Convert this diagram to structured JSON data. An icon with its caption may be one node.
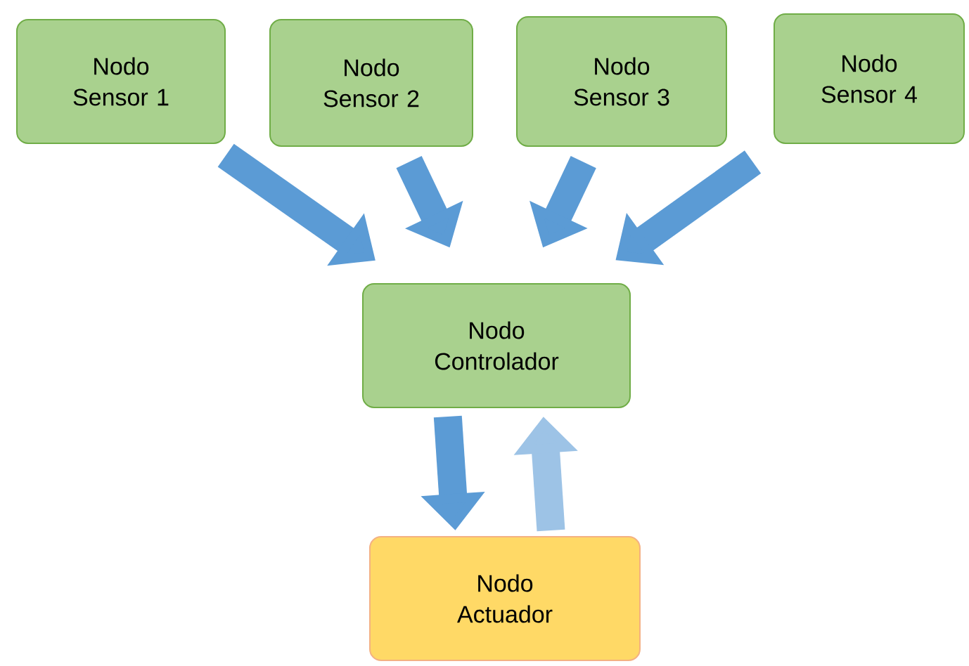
{
  "diagram": {
    "nodes": [
      {
        "text": [
          "Nodo Sensor 1"
        ]
      },
      {
        "text": [
          "Nodo Sensor 2"
        ]
      },
      {
        "text": [
          "Nodo Sensor 3"
        ]
      },
      {
        "text": [
          "Nodo Sensor 4"
        ]
      },
      {
        "text": [
          "Nodo Controlador"
        ]
      },
      {
        "text": [
          "Nodo Actuador"
        ]
      }
    ],
    "edges": [
      {
        "from": 0,
        "to": 4,
        "arrow": "to"
      },
      {
        "from": 1,
        "to": 4,
        "arrow": "to"
      },
      {
        "from": 2,
        "to": 4,
        "arrow": "to"
      },
      {
        "from": 3,
        "to": 4,
        "arrow": "to"
      },
      {
        "from": 4,
        "to": 5,
        "arrow": "to"
      },
      {
        "from": 5,
        "to": 4,
        "arrow": "to",
        "color": "#9dc3e6"
      }
    ]
  }
}
